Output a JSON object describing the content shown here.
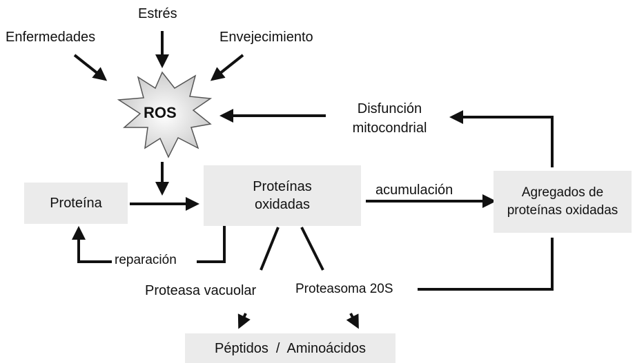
{
  "inputs": {
    "stress": "Estrés",
    "diseases": "Enfermedades",
    "aging": "Envejecimiento"
  },
  "ros": "ROS",
  "mito": {
    "line1": "Disfunción",
    "line2": "mitocondrial"
  },
  "protein": "Proteína",
  "oxidized": {
    "line1": "Proteínas",
    "line2": "oxidadas"
  },
  "aggregates": {
    "line1": "Agregados de",
    "line2": "proteínas oxidadas"
  },
  "accumulation": "acumulación",
  "repair": "reparación",
  "vacuolar": "Proteasa vacuolar",
  "proteasome": "Proteasoma 20S",
  "products": "Péptidos  /  Aminoácidos"
}
